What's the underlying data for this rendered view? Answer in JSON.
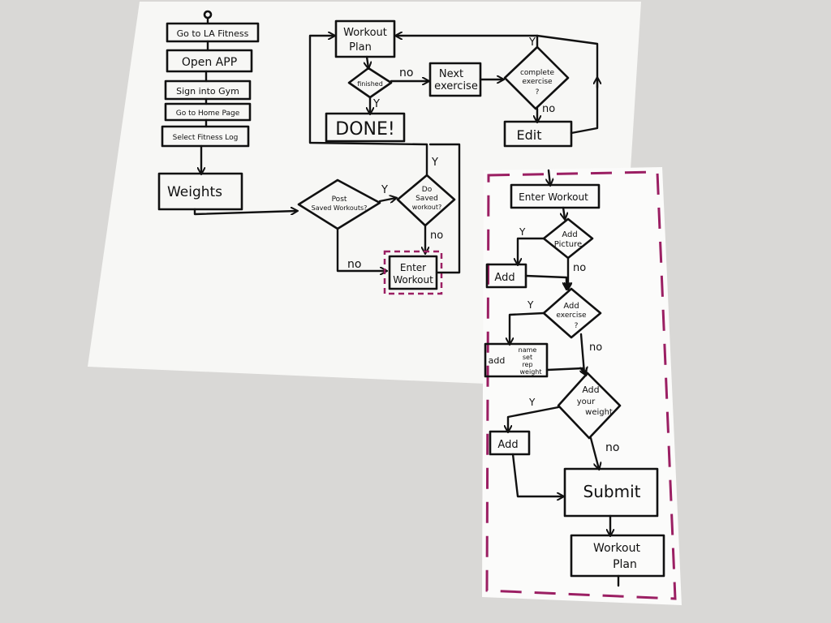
{
  "colors": {
    "background": "#d9d8d6",
    "paper": "#f7f7f5",
    "ink": "#111111",
    "dash": "#9b1f63"
  },
  "main": {
    "step1": "Go to LA Fitness",
    "step2": "Open APP",
    "step3": "Sign into Gym",
    "step4": "Go to Home Page",
    "step5": "Select Fitness Log",
    "weights": "Weights",
    "post_saved_q": [
      "Post",
      "Saved Workouts?"
    ],
    "do_saved_q": [
      "Do",
      "Saved",
      "workout?"
    ],
    "enter_workout": [
      "Enter",
      "Workout"
    ],
    "workout_plan": [
      "Workout",
      "Plan"
    ],
    "finished_q": "finished",
    "done": "DONE!",
    "next_exercise": [
      "Next",
      "exercise"
    ],
    "complete_exercise_q": [
      "complete",
      "exercise",
      "?"
    ],
    "edit": "Edit",
    "labels": {
      "y_post": "Y",
      "no_post": "no",
      "y_do": "Y",
      "no_do": "no",
      "no_finished": "no",
      "y_finished": "Y",
      "y_complete": "Y",
      "no_complete": "no"
    }
  },
  "detail": {
    "enter_workout": "Enter Workout",
    "add_picture_q": [
      "Add",
      "Picture"
    ],
    "add_picture_yes": "Add",
    "add_exercise_q": [
      "Add",
      "exercise",
      "?"
    ],
    "add_exercise_yes": [
      "add",
      "name",
      "set",
      "rep",
      "weight"
    ],
    "add_weight_q": [
      "Add",
      "your",
      "weight"
    ],
    "add_weight_yes": "Add",
    "submit": "Submit",
    "workout_plan": [
      "Workout",
      "Plan"
    ],
    "labels": {
      "y_picture": "Y",
      "no_picture": "no",
      "y_exercise": "Y",
      "no_exercise": "no",
      "y_weight": "Y",
      "no_weight": "no"
    }
  }
}
